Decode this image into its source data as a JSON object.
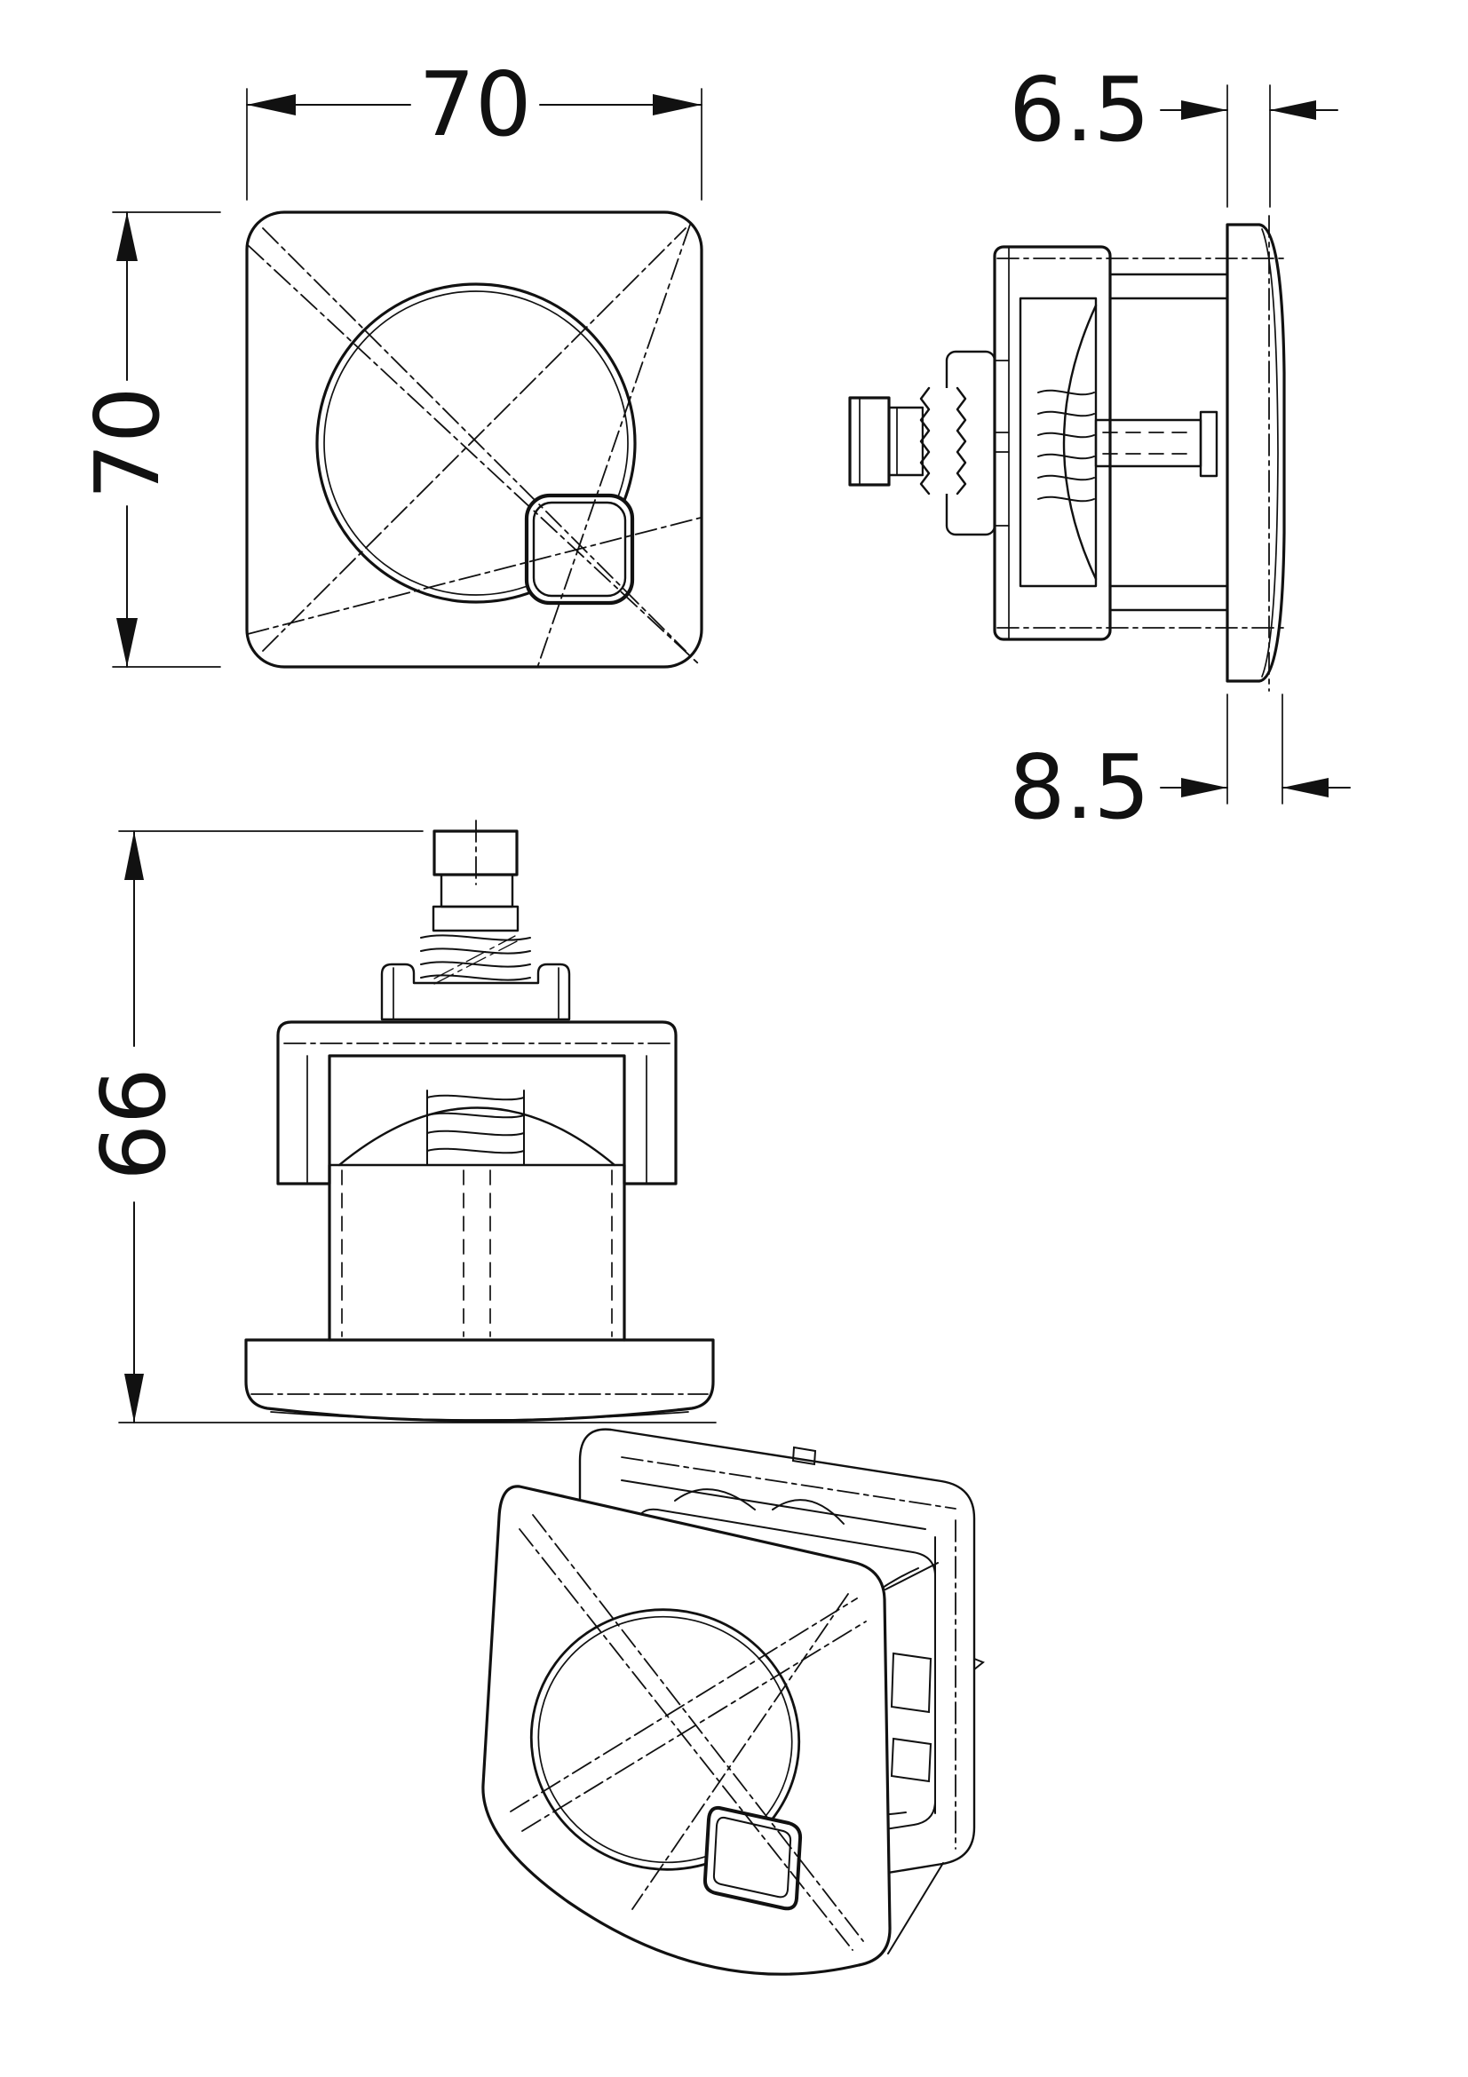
{
  "drawing": {
    "background_color": "#ffffff",
    "line_color": "#111111",
    "dimensions": {
      "front_width": "70",
      "front_height": "70",
      "plate_rim_depth": "6.5",
      "plate_total_depth": "8.5",
      "body_depth": "66"
    }
  }
}
